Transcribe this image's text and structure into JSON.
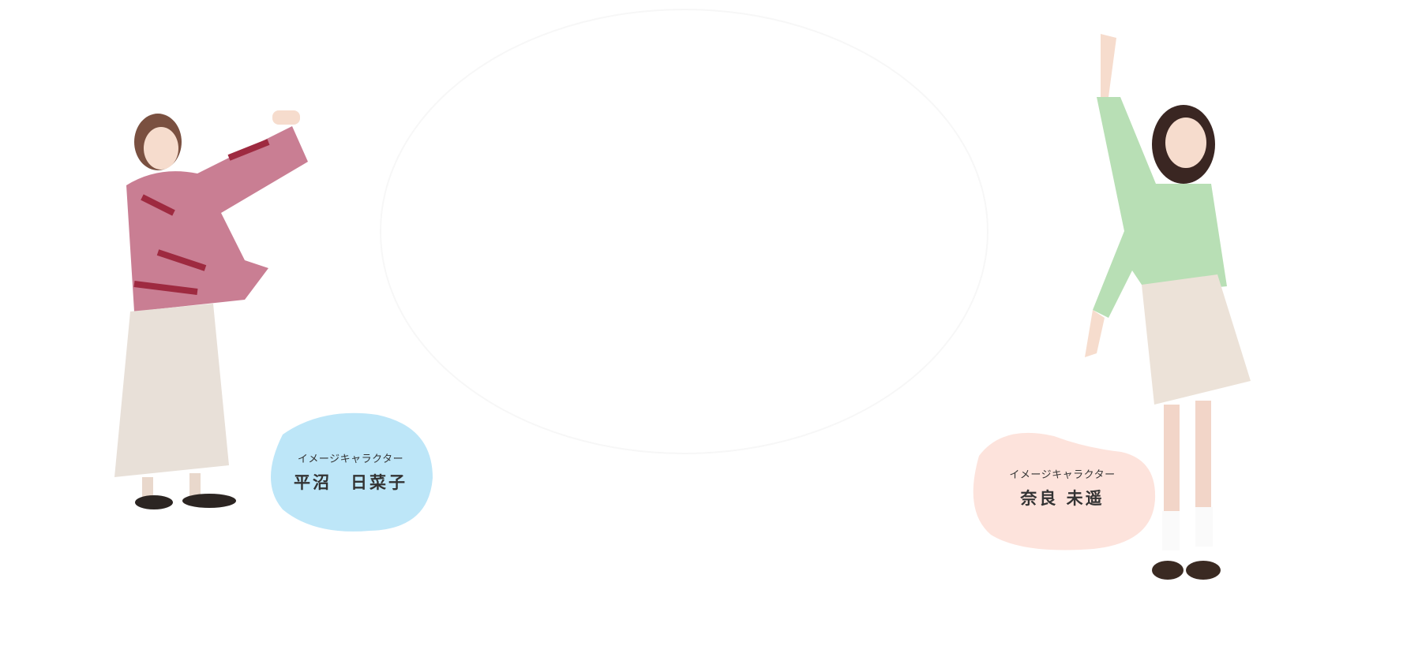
{
  "characters": [
    {
      "role": "イメージキャラクター",
      "name": "平沼　日菜子",
      "color": "#bde6f8"
    },
    {
      "role": "イメージキャラクター",
      "name": "奈良 未遥",
      "color": "#fde3dc"
    }
  ]
}
